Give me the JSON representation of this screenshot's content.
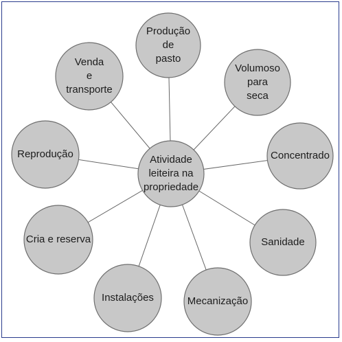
{
  "diagram": {
    "center": {
      "id": "center",
      "lines": [
        "Atividade",
        "leiteira na",
        "propriedade"
      ]
    },
    "satellites": [
      {
        "id": "producao-de-pasto",
        "lines": [
          "Produção",
          "de",
          "pasto"
        ]
      },
      {
        "id": "volumoso-para-seca",
        "lines": [
          "Volumoso",
          "para",
          "seca"
        ]
      },
      {
        "id": "concentrado",
        "lines": [
          "Concentrado"
        ]
      },
      {
        "id": "sanidade",
        "lines": [
          "Sanidade"
        ]
      },
      {
        "id": "mecanizacao",
        "lines": [
          "Mecanização"
        ]
      },
      {
        "id": "instalacoes",
        "lines": [
          "Instalações"
        ]
      },
      {
        "id": "cria-e-reserva",
        "lines": [
          "Cria e reserva"
        ]
      },
      {
        "id": "reproducao",
        "lines": [
          "Reprodução"
        ]
      },
      {
        "id": "venda-e-transporte",
        "lines": [
          "Venda",
          "e",
          "transporte"
        ]
      }
    ],
    "colors": {
      "node_fill": "#c8c8c8",
      "node_stroke": "#6e6e6e",
      "edge": "#666666",
      "frame": "#283a8c",
      "text": "#1c1c1c"
    }
  }
}
